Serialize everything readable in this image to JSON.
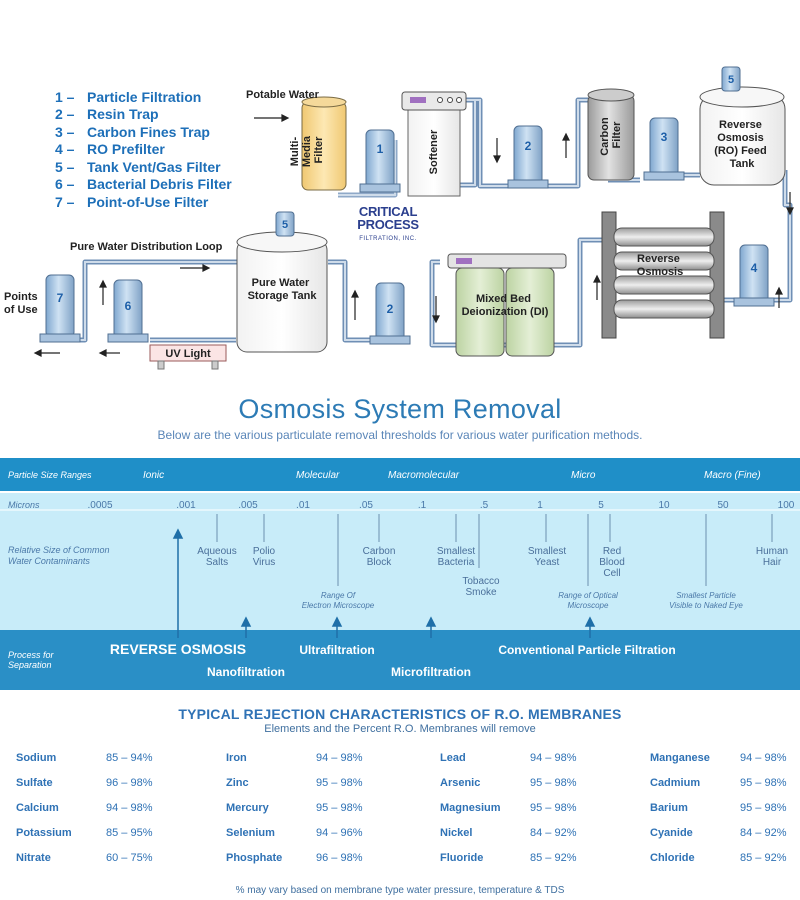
{
  "legend": [
    {
      "num": "1 –",
      "label": "Particle Filtration"
    },
    {
      "num": "2 –",
      "label": "Resin Trap"
    },
    {
      "num": "3 –",
      "label": "Carbon Fines Trap"
    },
    {
      "num": "4 –",
      "label": "RO Prefilter"
    },
    {
      "num": "5 –",
      "label": "Tank Vent/Gas Filter"
    },
    {
      "num": "6 –",
      "label": "Bacterial Debris Filter"
    },
    {
      "num": "7 –",
      "label": "Point-of-Use Filter"
    }
  ],
  "diagram": {
    "potable_water": "Potable Water",
    "multimedia_filter": [
      "Multi-",
      "Media",
      "Filter"
    ],
    "softener": "Softener",
    "carbon_filter": [
      "Carbon",
      "Filter"
    ],
    "ro_feed_tank": [
      "Reverse",
      "Osmosis",
      "(RO) Feed",
      "Tank"
    ],
    "reverse_osmosis": [
      "Reverse",
      "Osmosis"
    ],
    "mixed_bed": [
      "Mixed Bed",
      "Deionization (DI)"
    ],
    "pure_tank": [
      "Pure Water",
      "Storage Tank"
    ],
    "distribution_loop": "Pure Water Distribution Loop",
    "points_of_use": [
      "Points",
      "of Use"
    ],
    "uv_light": "UV Light",
    "filter_numbers": {
      "f1": "1",
      "f2a": "2",
      "f3": "3",
      "f5a": "5",
      "f4": "4",
      "f2b": "2",
      "f5b": "5",
      "f6": "6",
      "f7": "7"
    },
    "brand": {
      "line1": "CRITICAL",
      "line2": "PROCESS",
      "line3": "FILTRATION, INC."
    }
  },
  "removal": {
    "title": "Osmosis System Removal",
    "subtitle": "Below are the various particulate removal thresholds for various water purification methods.",
    "range_header": "Particle Size Ranges",
    "ranges": [
      "Ionic",
      "Molecular",
      "Macromolecular",
      "Micro",
      "Macro (Fine)"
    ],
    "microns_label": "Microns",
    "microns": [
      ".0005",
      ".001",
      ".005",
      ".01",
      ".05",
      ".1",
      ".5",
      "1",
      "5",
      "10",
      "50",
      "100"
    ],
    "relative_size_label": [
      "Relative Size of Common",
      "Water Contaminants"
    ],
    "contaminants": [
      [
        "Aqueous",
        "Salts"
      ],
      [
        "Polio",
        "Virus"
      ],
      [
        "Carbon",
        "Block"
      ],
      [
        "Smallest",
        "Bacteria"
      ],
      [
        "Tobacco",
        "Smoke"
      ],
      [
        "Smallest",
        "Yeast"
      ],
      [
        "Red",
        "Blood",
        "Cell"
      ],
      [
        "Human",
        "Hair"
      ]
    ],
    "notes": [
      [
        "Range Of",
        "Electron Microscope"
      ],
      [
        "Range of Optical",
        "Microscope"
      ],
      [
        "Smallest Particle",
        "Visible to Naked Eye"
      ]
    ],
    "process_label": [
      "Process for",
      "Separation"
    ],
    "processes": [
      "REVERSE OSMOSIS",
      "Nanofiltration",
      "Ultrafiltration",
      "Microfiltration",
      "Conventional Particle Filtration"
    ]
  },
  "rejection": {
    "title": "TYPICAL REJECTION CHARACTERISTICS OF R.O. MEMBRANES",
    "subtitle": "Elements and the Percent R.O. Membranes will remove",
    "columns": [
      [
        [
          "Sodium",
          "85 – 94%"
        ],
        [
          "Sulfate",
          "96 – 98%"
        ],
        [
          "Calcium",
          "94 – 98%"
        ],
        [
          "Potassium",
          "85 – 95%"
        ],
        [
          "Nitrate",
          "60 – 75%"
        ]
      ],
      [
        [
          "Iron",
          "94 – 98%"
        ],
        [
          "Zinc",
          "95 – 98%"
        ],
        [
          "Mercury",
          "95 – 98%"
        ],
        [
          "Selenium",
          "94 – 96%"
        ],
        [
          "Phosphate",
          "96 – 98%"
        ]
      ],
      [
        [
          "Lead",
          "94 – 98%"
        ],
        [
          "Arsenic",
          "95 – 98%"
        ],
        [
          "Magnesium",
          "95 – 98%"
        ],
        [
          "Nickel",
          "84 – 92%"
        ],
        [
          "Fluoride",
          "85 – 92%"
        ]
      ],
      [
        [
          "Manganese",
          "94 – 98%"
        ],
        [
          "Cadmium",
          "95 – 98%"
        ],
        [
          "Barium",
          "95 – 98%"
        ],
        [
          "Cyanide",
          "84 – 92%"
        ],
        [
          "Chloride",
          "85 – 92%"
        ]
      ]
    ],
    "footnote": "% may vary based on membrane type water pressure, temperature & TDS"
  },
  "colors": {
    "legend_blue": "#1d6fb8",
    "band_dark": "#1f8fc8",
    "band_light": "#c6ecf9",
    "process_band": "#2a8fc6",
    "filter_housing": "#a9c8e6",
    "multimedia": "#fde3a6",
    "carbon": "#bdbdbd",
    "mixed_bed": "#d8e8c4"
  }
}
